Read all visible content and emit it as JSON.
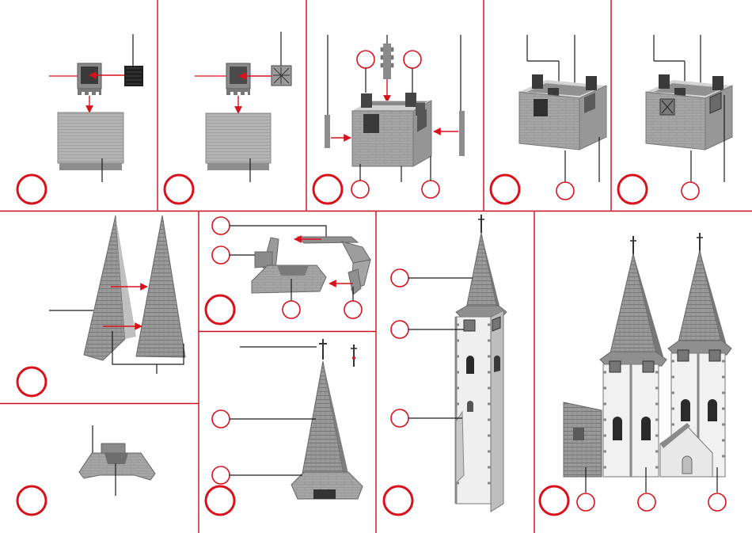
{
  "colors": {
    "accent": "#d9111b",
    "divider": "#c8101a",
    "leader": "#1a1a1a",
    "wall_light": "#b9b9b9",
    "wall_mid": "#9c9c9c",
    "wall_dark": "#6e6e6e",
    "roof_light": "#a8a8a8",
    "roof_dark": "#7a7a7a",
    "window": "#2a2a2a",
    "plaster": "#f2f2f2"
  },
  "icons": {
    "step_marker": "circle-outline",
    "part_marker": "circle-outline",
    "assembly_arrow": "arrow",
    "cross": "cross-icon"
  },
  "panels": 13
}
